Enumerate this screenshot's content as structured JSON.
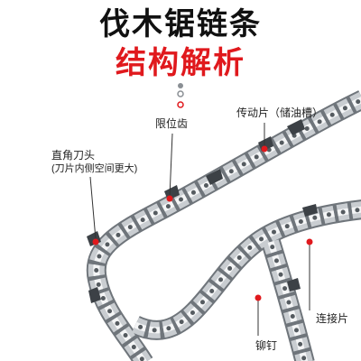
{
  "title": {
    "line1": "伐木锯链条",
    "line2": "结构解析"
  },
  "colors": {
    "title": "#111111",
    "accent": "#e0191d",
    "label": "#222222",
    "chain": "#c9cdd1"
  },
  "callouts": [
    {
      "label": "限位齿"
    },
    {
      "label": "传动片（储油槽）"
    },
    {
      "label": "直角刀头",
      "sublabel": "(刀片内侧空间更大)"
    },
    {
      "label": "连接片"
    },
    {
      "label": "铆钉"
    }
  ]
}
